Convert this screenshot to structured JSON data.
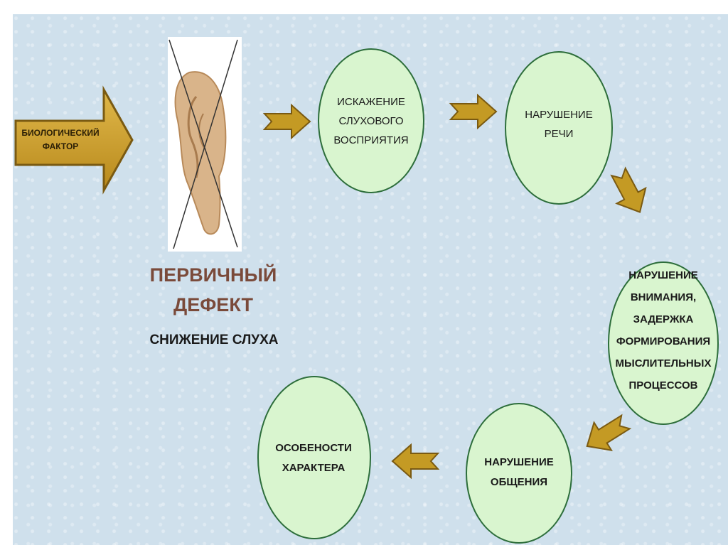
{
  "biological_factor": "БИОЛОГИЧЕСКИЙ\nФАКТОР",
  "primary_defect": {
    "title": "ПЕРВИЧНЫЙ\nДЕФЕКТ",
    "subtitle": "СНИЖЕНИЕ СЛУХА"
  },
  "nodes": [
    {
      "id": "distortion",
      "label": "ИСКАЖЕНИЕ\nСЛУХОВОГО\nВОСПРИЯТИЯ"
    },
    {
      "id": "speech",
      "label": "НАРУШЕНИЕ\nРЕЧИ"
    },
    {
      "id": "attention",
      "label": "НАРУШЕНИЕ\nВНИМАНИЯ,\nЗАДЕРЖКА\nФОРМИРОВАНИЯ\nМЫСЛИТЕЛЬНЫХ\nПРОЦЕССОВ"
    },
    {
      "id": "communication",
      "label": "НАРУШЕНИЕ\nОБЩЕНИЯ"
    },
    {
      "id": "character",
      "label": "ОСОБЕНОСТИ\nХАРАКТЕРА"
    }
  ],
  "colors": {
    "circle_fill": "#d9f5cf",
    "circle_stroke": "#2d6e3b",
    "arrow_fill": "#c49a24",
    "arrow_stroke": "#7a5a12",
    "defect_title": "#7a4a3a",
    "ear": "#d9b48a"
  }
}
